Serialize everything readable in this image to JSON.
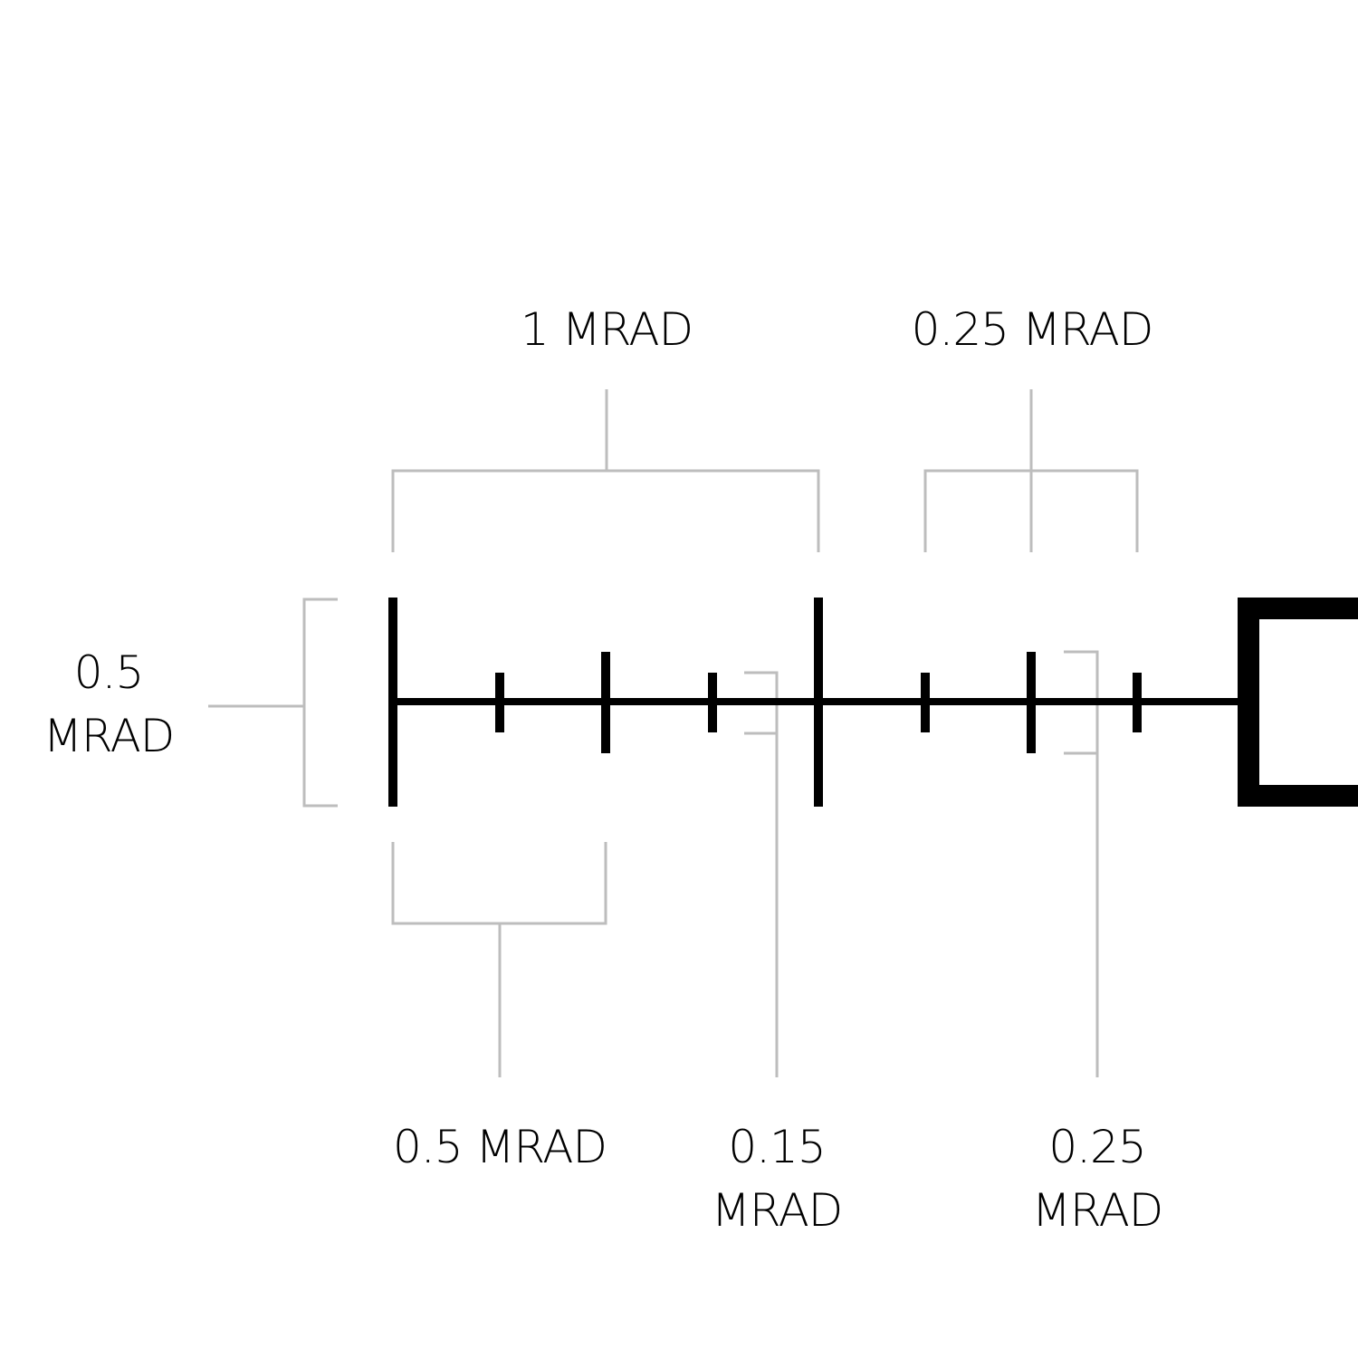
{
  "colors": {
    "background": "#ffffff",
    "reticle": "#000000",
    "dimension_lines": "#bdbdbd",
    "label_text": "#000000"
  },
  "reticle": {
    "unit": "MRAD",
    "major_tick_spacing_mrad": 1,
    "subtension_tick_spacing_mrad": 0.25,
    "tick_heights_mrad": {
      "major": 0.5,
      "half": 0.25,
      "quarter": 0.15
    }
  },
  "labels": {
    "top_left": "1 MRAD",
    "top_right": "0.25 MRAD",
    "left": {
      "line1": "0.5",
      "line2": "MRAD"
    },
    "bottom_left": "0.5 MRAD",
    "bottom_middle": {
      "line1": "0.15",
      "line2": "MRAD"
    },
    "bottom_right": {
      "line1": "0.25",
      "line2": "MRAD"
    }
  }
}
